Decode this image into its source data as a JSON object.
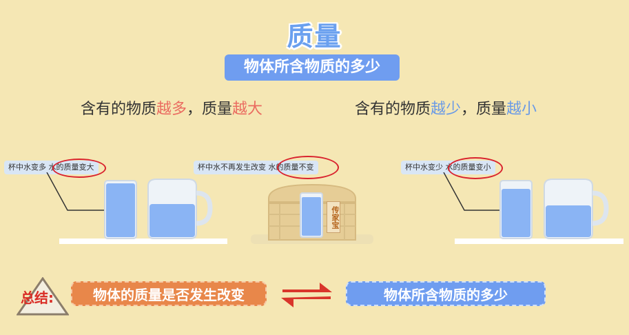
{
  "title": "质量",
  "subtitle": "物体所含物质的多少",
  "left_statement": {
    "prefix": "含有的物质",
    "hl1": "越多",
    "mid": "，质量",
    "hl2": "越大"
  },
  "right_statement": {
    "prefix": "含有的物质",
    "hl1": "越少",
    "mid": "，质量",
    "hl2": "越小"
  },
  "scenes": [
    {
      "label_prefix": "杯中水变多",
      "label_circled": "水的质量变大"
    },
    {
      "label_prefix": "杯中水不再发生改变",
      "label_circled": "水的质量不变",
      "box_text": "传家宝"
    },
    {
      "label_prefix": "杯中水变少",
      "label_circled": "水的质量变小"
    }
  ],
  "summary": {
    "label": "总结:",
    "left": "物体的质量是否发生改变",
    "right": "物体所含物质的多少"
  },
  "colors": {
    "background": "#f5e7b4",
    "blue": "#6f9df0",
    "orange": "#e8874a",
    "red": "#d92c25",
    "water": "#8ab4f4"
  }
}
